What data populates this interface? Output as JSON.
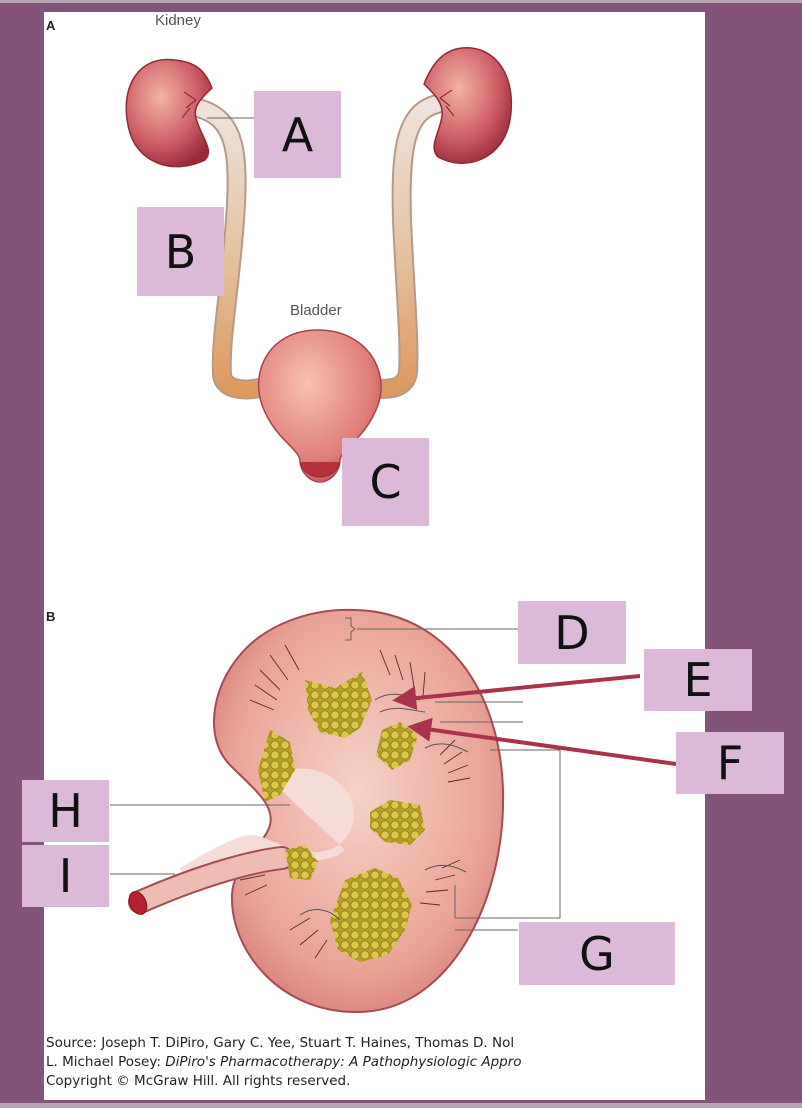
{
  "panels": {
    "a": {
      "letter": "A",
      "kidney_label": "Kidney",
      "bladder_label": "Bladder"
    },
    "b": {
      "letter": "B"
    }
  },
  "labels": {
    "A": "A",
    "B": "B",
    "C": "C",
    "D": "D",
    "E": "E",
    "F": "F",
    "G": "G",
    "H": "H",
    "I": "I"
  },
  "source": {
    "line1": "Source: Joseph T. DiPiro, Gary C. Yee, Stuart T. Haines, Thomas D. Nol",
    "line2_prefix": "L. Michael Posey: ",
    "line2_title": "DiPiro's Pharmacotherapy: A Pathophysiologic Appro",
    "line3": "Copyright © McGraw Hill. All rights reserved."
  },
  "colors": {
    "background": "#845379",
    "label_box": "#dcb8d9",
    "arrow": "#a8334a",
    "kidney": "#c8505a",
    "ureter": "#e0a070",
    "pyramid": "#c9b531"
  }
}
